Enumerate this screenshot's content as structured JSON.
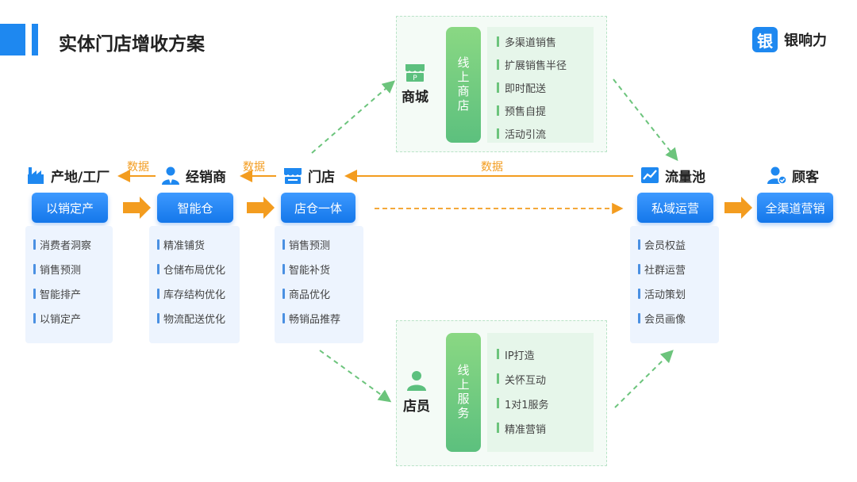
{
  "title": "实体门店增收方案",
  "brand": {
    "logo_char": "银",
    "name": "银响力"
  },
  "labels": {
    "data_left": "数据",
    "data_mid": "数据",
    "data_top": "数据"
  },
  "nodes": {
    "factory": {
      "name": "产地/工厂",
      "pill": "以销定产",
      "items": [
        "消费者洞察",
        "销售预测",
        "智能排产",
        "以销定产"
      ]
    },
    "distributor": {
      "name": "经销商",
      "pill": "智能仓",
      "items": [
        "精准铺货",
        "仓储布局优化",
        "库存结构优化",
        "物流配送优化"
      ]
    },
    "store": {
      "name": "门店",
      "pill": "店仓一体",
      "items": [
        "销售预测",
        "智能补货",
        "商品优化",
        "畅销品推荐"
      ]
    },
    "pool": {
      "name": "流量池",
      "pill": "私域运营",
      "items": [
        "会员权益",
        "社群运营",
        "活动策划",
        "会员画像"
      ]
    },
    "customer": {
      "name": "顾客",
      "pill": "全渠道营销"
    }
  },
  "online_store": {
    "head": "商城",
    "bar": "线上商店",
    "items": [
      "多渠道销售",
      "扩展销售半径",
      "即时配送",
      "预售自提",
      "活动引流"
    ]
  },
  "online_service": {
    "head": "店员",
    "bar": "线上服务",
    "items": [
      "IP打造",
      "关怀互动",
      "1对1服务",
      "精准营销"
    ]
  },
  "colors": {
    "blue": "#1e88f0",
    "orange": "#f39c1f",
    "green": "#6cc47c"
  }
}
